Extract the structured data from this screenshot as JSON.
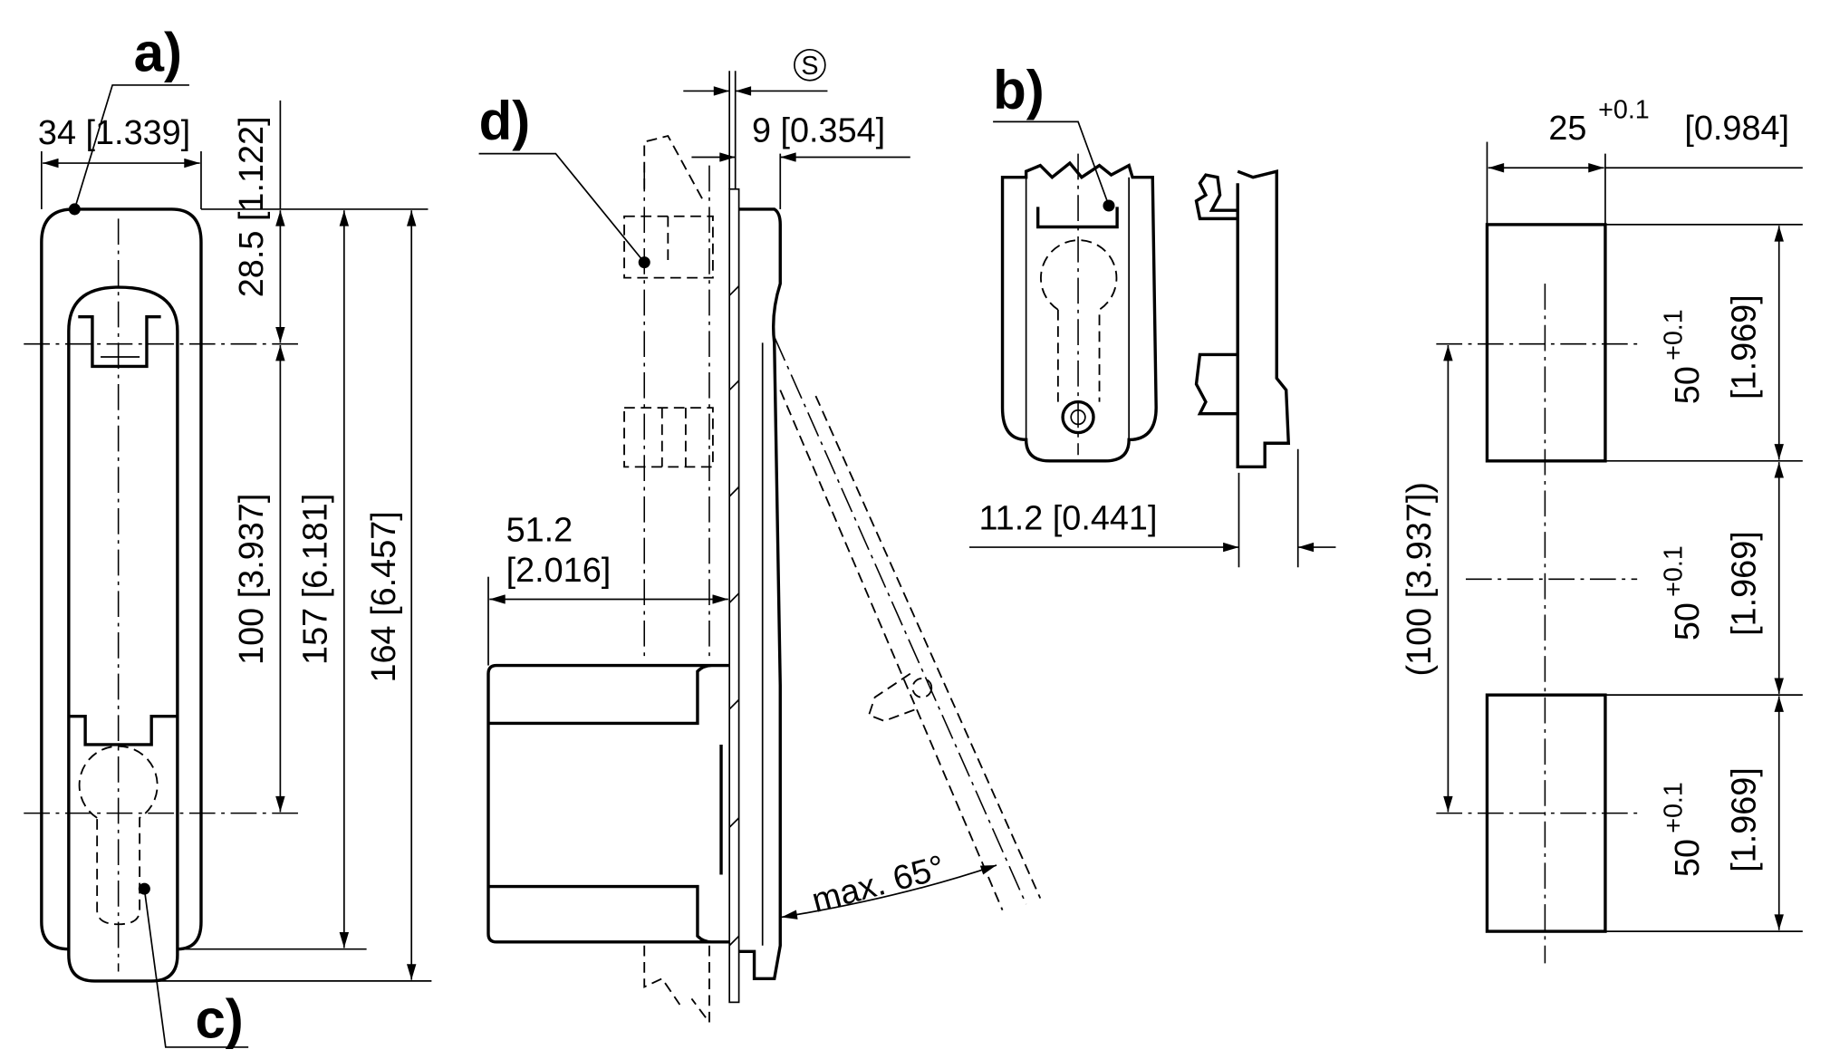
{
  "labels": {
    "a": "a)",
    "b": "b)",
    "c": "c)",
    "d": "d)"
  },
  "view_a": {
    "width": "34 [1.339]",
    "top_to_center": "28.5 [1.122]",
    "center_distance": "100 [3.937]",
    "body_length": "157 [6.181]",
    "total_length": "164 [6.457]"
  },
  "view_d": {
    "sheet_symbol": "S",
    "handle_depth": "9 [0.354]",
    "lock_depth_mm": "51.2",
    "lock_depth_in": "[2.016]",
    "opening_angle": "max. 65°"
  },
  "view_b": {
    "side_depth": "11.2 [0.441]"
  },
  "cutout": {
    "width": "25",
    "width_tol": "+0.1",
    "width_in": "[0.984]",
    "segments": [
      {
        "value": "50",
        "tol": "+0.1",
        "inch": "[1.969]"
      },
      {
        "value": "50",
        "tol": "+0.1",
        "inch": "[1.969]"
      },
      {
        "value": "50",
        "tol": "+0.1",
        "inch": "[1.969]"
      }
    ],
    "center_distance": "(100 [3.937])"
  }
}
